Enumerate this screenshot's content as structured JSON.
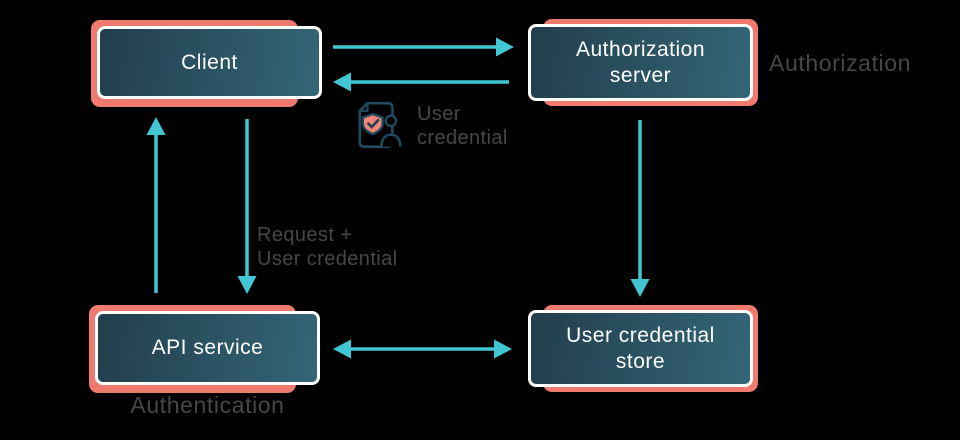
{
  "diagram": {
    "colors": {
      "background": "#000000",
      "accent_salmon": "#ee7b6e",
      "arrow_teal": "#41c6d3",
      "box_gradient_dark": "#223e4d",
      "box_gradient_light": "#336677",
      "box_border_white": "#ffffff",
      "box_text_white": "#ffffff",
      "label_gray": "#47474a",
      "icon_stroke_teal": "#1d4a5c",
      "icon_shield_salmon": "#f28577",
      "icon_check_dark": "#1c4456"
    },
    "nodes": [
      {
        "id": "client",
        "label": "Client"
      },
      {
        "id": "authorization-server",
        "label": "Authorization\nserver"
      },
      {
        "id": "api-service",
        "label": "API service"
      },
      {
        "id": "user-credential-store",
        "label": "User credential\nstore"
      }
    ],
    "annotations": {
      "authorization": "Authorization",
      "authentication": "Authentication",
      "user_credential": "User\ncredential",
      "request_user_credential": "Request +\nUser credential"
    },
    "icons": {
      "user_credential_icon": "document-shield-user-icon"
    },
    "edges": [
      {
        "from": "client",
        "to": "authorization-server",
        "direction": "right"
      },
      {
        "from": "authorization-server",
        "to": "client",
        "direction": "left"
      },
      {
        "from": "api-service",
        "to": "client",
        "direction": "up"
      },
      {
        "from": "client",
        "to": "api-service",
        "direction": "down",
        "label": "Request + User credential"
      },
      {
        "from": "authorization-server",
        "to": "user-credential-store",
        "direction": "down"
      },
      {
        "from": "api-service",
        "to": "user-credential-store",
        "direction": "both"
      }
    ]
  }
}
